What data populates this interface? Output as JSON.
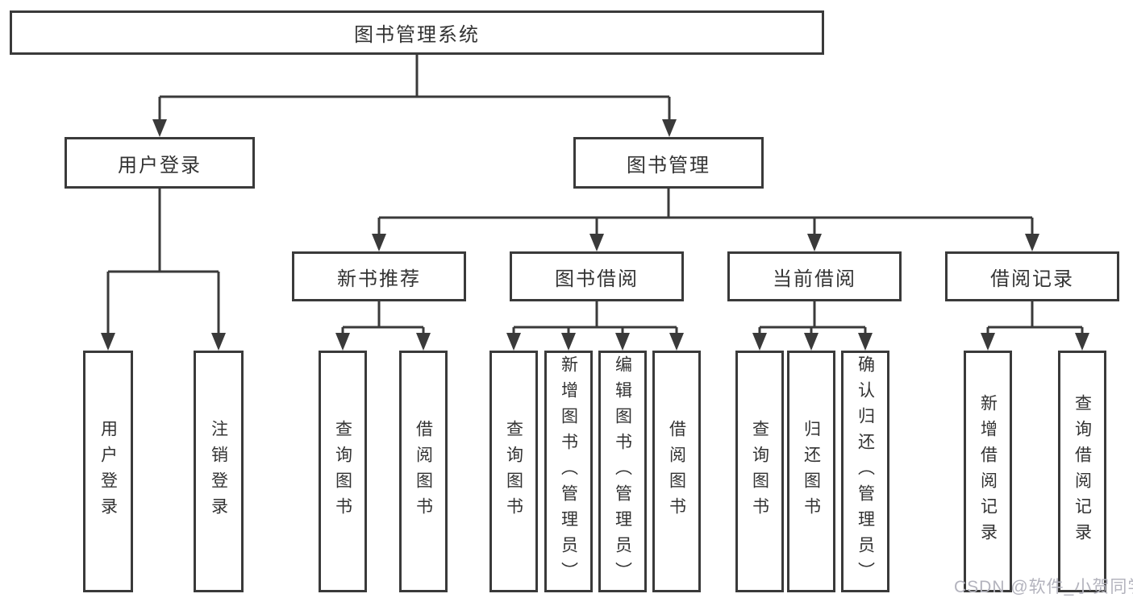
{
  "diagram": {
    "root": {
      "label": "图书管理系统"
    },
    "branches": [
      {
        "label": "用户登录",
        "children": [
          {
            "label": "用户登录"
          },
          {
            "label": "注销登录"
          }
        ]
      },
      {
        "label": "图书管理",
        "children": [
          {
            "label": "新书推荐",
            "children": [
              {
                "label": "查询图书"
              },
              {
                "label": "借阅图书"
              }
            ]
          },
          {
            "label": "图书借阅",
            "children": [
              {
                "label": "查询图书"
              },
              {
                "label": "新增图书（管理员）"
              },
              {
                "label": "编辑图书（管理员）"
              },
              {
                "label": "借阅图书"
              }
            ]
          },
          {
            "label": "当前借阅",
            "children": [
              {
                "label": "查询图书"
              },
              {
                "label": "归还图书"
              },
              {
                "label": "确认归还（管理员）"
              }
            ]
          },
          {
            "label": "借阅记录",
            "children": [
              {
                "label": "新增借阅记录"
              },
              {
                "label": "查询借阅记录"
              }
            ]
          }
        ]
      }
    ]
  },
  "watermark": {
    "text": "CSDN @软件_小贺同学"
  },
  "colors": {
    "line": "#3a3a3a",
    "border": "#3a3a3a",
    "text": "#333333",
    "background": "#ffffff",
    "watermark": "#b3b3bd"
  }
}
